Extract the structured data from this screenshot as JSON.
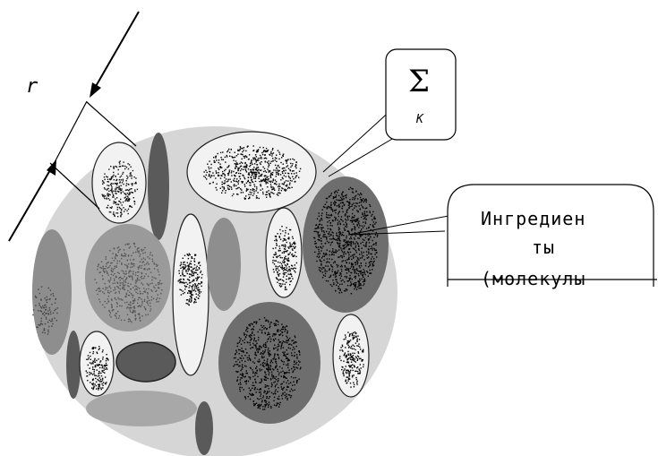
{
  "labels": {
    "radius": "r",
    "sigma": "Σ",
    "sigma_subscript": "K",
    "ingredients_line1": "Ингредиен",
    "ingredients_line2": "ты",
    "ingredients_line3": "(молекулы"
  },
  "colors": {
    "matrix": "#d6d6d6",
    "light_particle": "#f2f2f2",
    "medium_particle": "#9a9a9a",
    "dark_particle": "#6e6e6e",
    "darker_particle": "#5a5a5a",
    "outline": "#222222",
    "speckle": "#000000"
  }
}
